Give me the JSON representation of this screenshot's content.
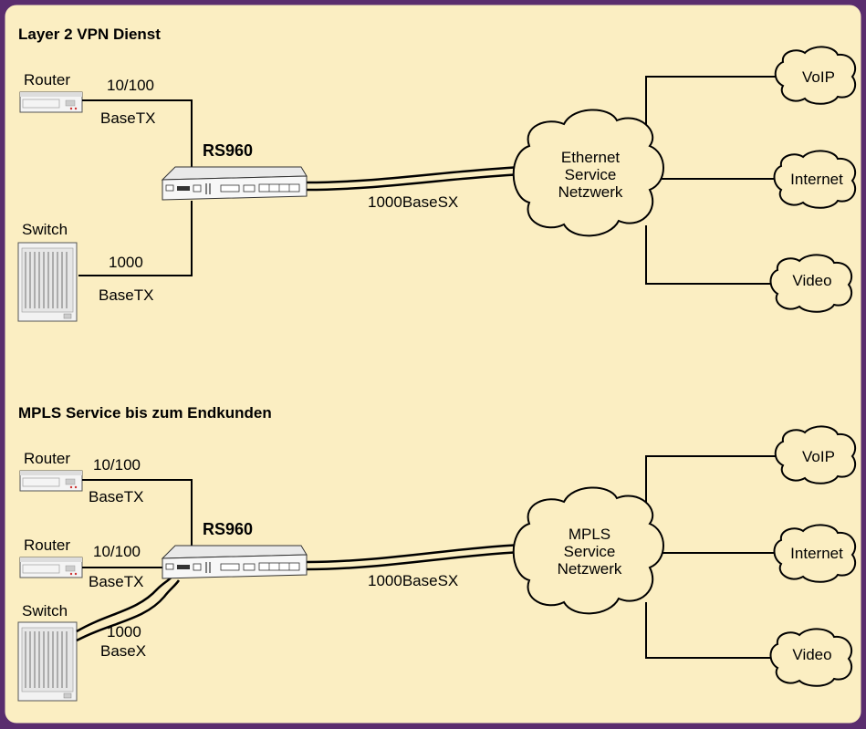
{
  "section1": {
    "title": "Layer 2 VPN Dienst",
    "router_label": "Router",
    "router_link_top": "10/100",
    "router_link_bottom": "BaseTX",
    "switch_label": "Switch",
    "switch_link_top": "1000",
    "switch_link_bottom": "BaseTX",
    "device": "RS960",
    "uplink": "1000BaseSX",
    "cloud": [
      "Ethernet",
      "Service",
      "Netzwerk"
    ],
    "services": [
      "VoIP",
      "Internet",
      "Video"
    ]
  },
  "section2": {
    "title": "MPLS Service bis zum Endkunden",
    "router1_label": "Router",
    "router1_link_top": "10/100",
    "router1_link_bottom": "BaseTX",
    "router2_label": "Router",
    "router2_link_top": "10/100",
    "router2_link_bottom": "BaseTX",
    "switch_label": "Switch",
    "switch_link_top": "1000",
    "switch_link_bottom": "BaseX",
    "device": "RS960",
    "uplink": "1000BaseSX",
    "cloud": [
      "MPLS",
      "Service",
      "Netzwerk"
    ],
    "services": [
      "VoIP",
      "Internet",
      "Video"
    ]
  },
  "colors": {
    "frame": "#5a2d6e",
    "panel": "#fbeec2",
    "cloud": "#fbeec2",
    "line": "#000000"
  }
}
